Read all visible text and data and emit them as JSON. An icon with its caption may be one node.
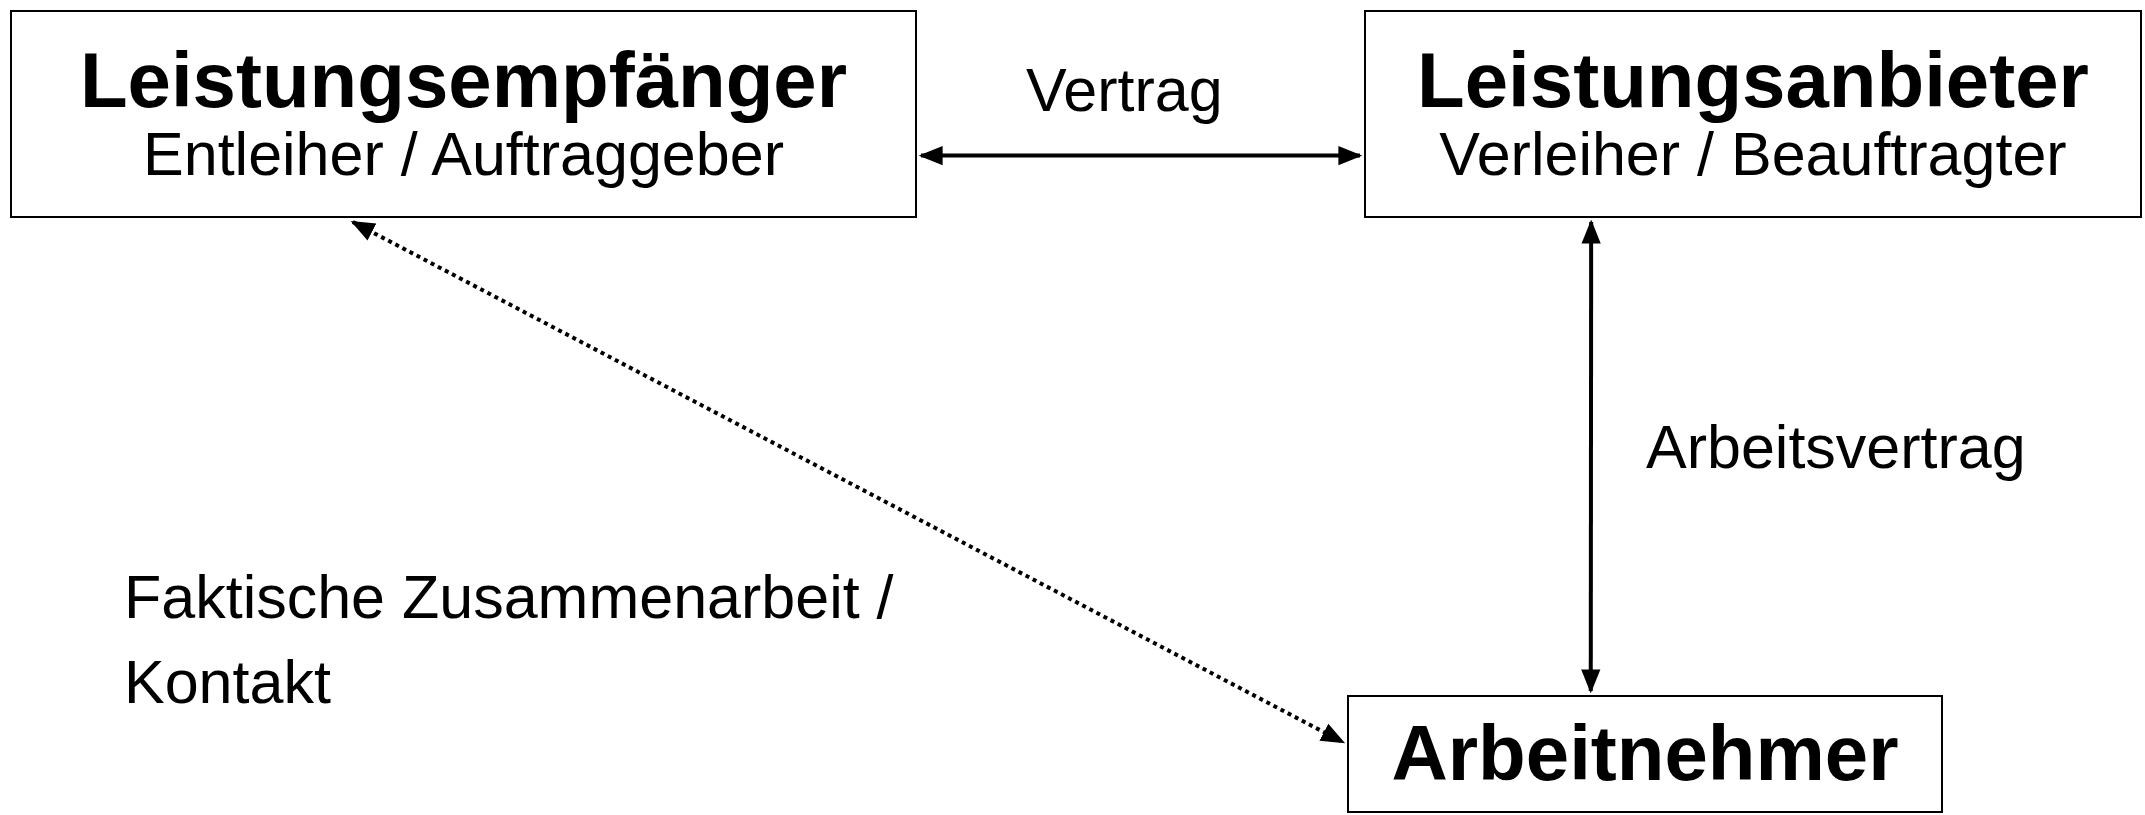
{
  "diagram": {
    "nodes": [
      {
        "text": [
          "Leistungsempfänger",
          "Entleiher / Auftraggeber"
        ]
      },
      {
        "text": [
          "Leistungsanbieter",
          "Verleiher / Beauftragter"
        ]
      },
      {
        "text": [
          "Arbeitnehmer"
        ]
      }
    ],
    "edges": [
      {
        "from": 0,
        "to": 1,
        "arrow": "both",
        "label": "Vertrag"
      },
      {
        "from": 1,
        "to": 2,
        "arrow": "both",
        "label": "Arbeitsvertrag"
      },
      {
        "from": 0,
        "to": 2,
        "arrow": "both",
        "style": "dashed",
        "label": "Faktische Zusammenarbeit / Kontakt"
      }
    ]
  }
}
